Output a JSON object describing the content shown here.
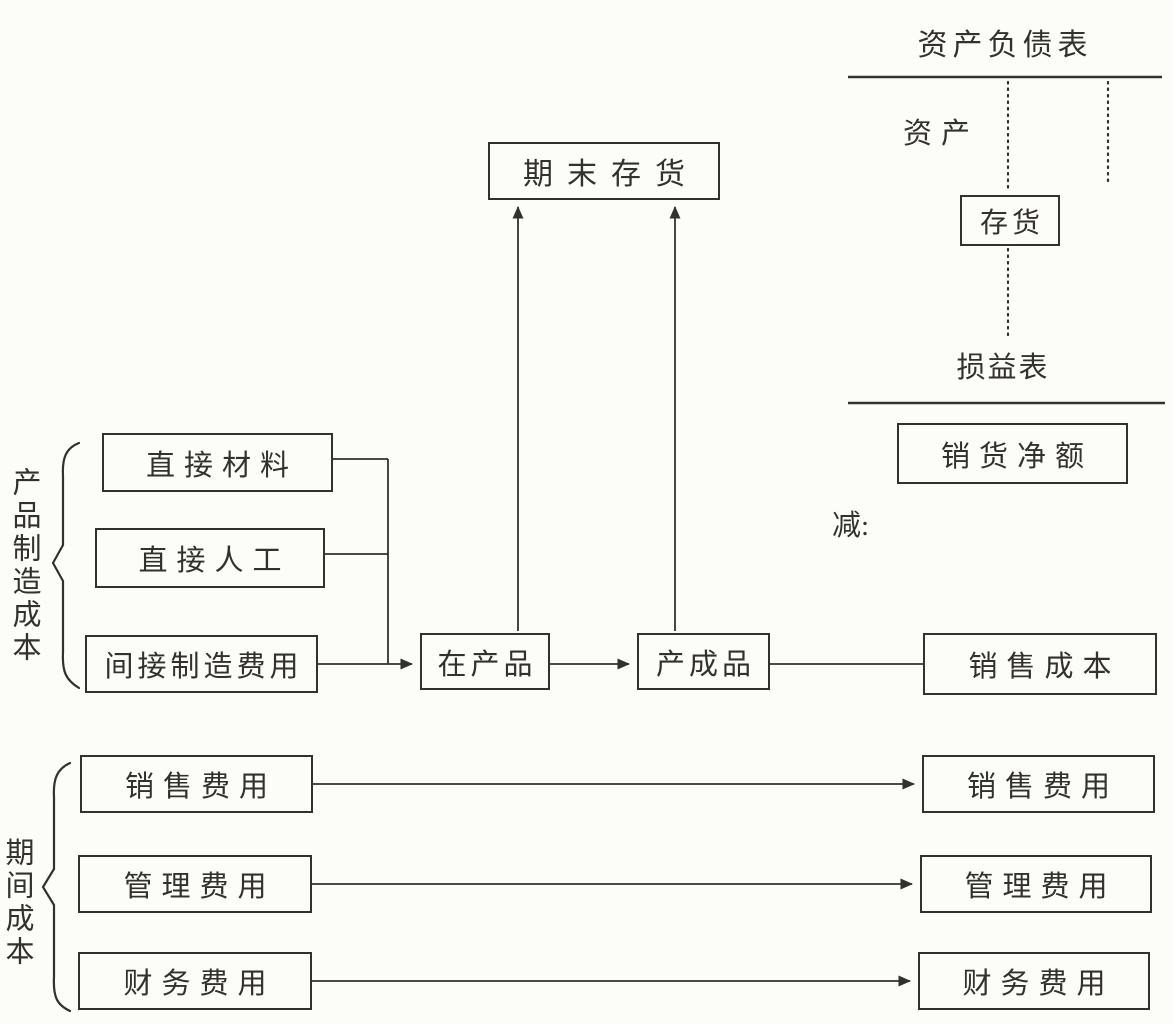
{
  "balance_sheet": {
    "title": "资产负债表",
    "assets_label": "资产",
    "inventory_box": "存货"
  },
  "income_statement": {
    "title": "损益表",
    "net_sales_box": "销货净额",
    "less_label": "减:"
  },
  "flow": {
    "ending_inventory_box": "期末存货",
    "work_in_process_box": "在产品",
    "finished_goods_box": "产成品",
    "cost_of_sales_box": "销售成本"
  },
  "manufacturing_costs": {
    "group_label": "产品制造成本",
    "items": [
      {
        "label": "直接材料"
      },
      {
        "label": "直接人工"
      },
      {
        "label": "间接制造费用"
      }
    ]
  },
  "period_costs": {
    "group_label": "期间成本",
    "source_items": [
      {
        "label": "销售费用"
      },
      {
        "label": "管理费用"
      },
      {
        "label": "财务费用"
      }
    ],
    "target_items": [
      {
        "label": "销售费用"
      },
      {
        "label": "管理费用"
      },
      {
        "label": "财务费用"
      }
    ]
  },
  "colors": {
    "ink": "#33312c",
    "paper": "#fcfcf9"
  }
}
